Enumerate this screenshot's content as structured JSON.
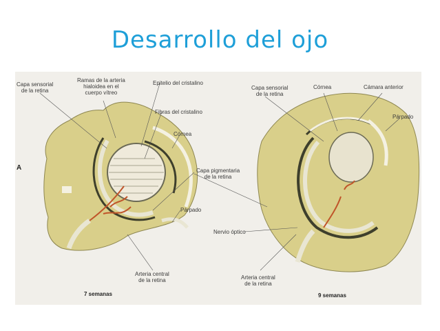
{
  "title": "Desarrollo del ojo",
  "figure": {
    "panel_letter": "A",
    "left": {
      "caption": "7 semanas",
      "labels": {
        "capa_sensorial": "Capa sensorial\nde la retina",
        "ramas_arteria": "Ramas de la arteria\nhialoidea en el\ncuerpo vítreo",
        "epitelio": "Epitelio del cristalino",
        "fibras": "Fibras del cristalino",
        "cornea": "Córnea",
        "capa_pigmentaria": "Capa pigmentaria\nde la retina",
        "parpado": "Párpado",
        "nervio_optico": "Nervio óptico",
        "arteria_central": "Arteria central\nde la retina"
      }
    },
    "right": {
      "caption": "9 semanas",
      "labels": {
        "capa_sensorial": "Capa sensorial\nde la retina",
        "cornea": "Córnea",
        "camara_anterior": "Cámara anterior",
        "parpado": "Párpado",
        "arteria_central": "Arteria central\nde la retina"
      }
    }
  }
}
